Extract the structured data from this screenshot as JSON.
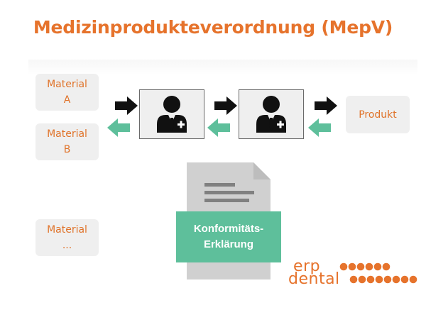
{
  "title": "Medizinprodukteverordnung (MepV)",
  "colors": {
    "title": "#e6732c",
    "box_fill": "#efefef",
    "box_text": "#e0732a",
    "forward_arrow": "#111111",
    "back_arrow": "#5ebf9b",
    "declaration_fill": "#5ebf9b",
    "document_fill": "#d0d0d0",
    "logo": "#e6732c"
  },
  "materials": [
    {
      "label": "Material\nA"
    },
    {
      "label": "Material\nB"
    },
    {
      "label": "Material\n..."
    }
  ],
  "product": {
    "label": "Produkt"
  },
  "actors": [
    {
      "icon": "person-with-medical-cross-icon"
    },
    {
      "icon": "person-with-medical-cross-icon"
    }
  ],
  "declaration": {
    "label": "Konformitäts-\nErklärung"
  },
  "logo": {
    "line1": "erp",
    "line2": "dental"
  }
}
